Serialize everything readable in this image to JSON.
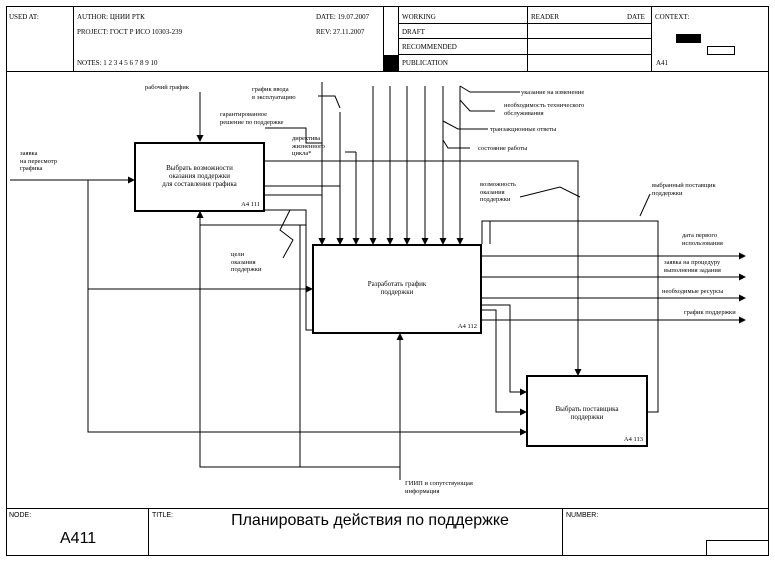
{
  "header": {
    "used_at": "USED AT:",
    "author": "AUTHOR: ЦНИИ РТК",
    "project": "PROJECT: ГОСТ Р ИСО 10303-239",
    "date": "DATE: 19.07.2007",
    "rev": "REV: 27.11.2007",
    "notes": "NOTES: 1 2 3 4 5 6 7 8 9 10",
    "working": "WORKING",
    "draft": "DRAFT",
    "recommended": "RECOMMENDED",
    "publication": "PUBLICATION",
    "reader": "READER",
    "reader_date": "DATE",
    "context": "CONTEXT:",
    "context_node": "A41"
  },
  "boxes": [
    {
      "lines": [
        "Выбрать возможности",
        "оказания поддержки",
        "для составления графика"
      ],
      "num": "A4 111"
    },
    {
      "lines": [
        "Разработать график",
        "поддержки"
      ],
      "num": "A4 112"
    },
    {
      "lines": [
        "Выбрать поставщика",
        "поддержки"
      ],
      "num": "A4 113"
    }
  ],
  "labels": {
    "schedule": "рабочий график",
    "request": [
      "заявка",
      "на пересмотр",
      "графика"
    ],
    "commissioning": [
      "график ввода",
      "в эксплуатацию"
    ],
    "guaranteed": [
      "гарантированное",
      "решение по поддержке"
    ],
    "lifecycle": [
      "директива",
      "жизненного",
      "цикла*"
    ],
    "change": "указание на изменение",
    "necessity": [
      "необходимость технического",
      "обслуживания"
    ],
    "transaction": "транзакционные ответы",
    "work_state": "состояние работы",
    "possibility": [
      "возможность",
      "оказания",
      "поддержки"
    ],
    "goals": [
      "цели",
      "оказания",
      "поддержки"
    ],
    "chosen_supplier": [
      "выбранный поставщик",
      "поддержки"
    ],
    "first_use": [
      "дата первого",
      "использования"
    ],
    "procedure": [
      "заявка на процедуру",
      "выполнения задания"
    ],
    "resources": "необходимые ресурсы",
    "support_schedule": "график поддержки",
    "gip": [
      "ГИИП и сопутствующая",
      "информация"
    ]
  },
  "footer": {
    "node_label": "NODE:",
    "node": "A411",
    "title_label": "TITLE:",
    "title": "Планировать действия по поддержке",
    "number_label": "NUMBER:"
  }
}
